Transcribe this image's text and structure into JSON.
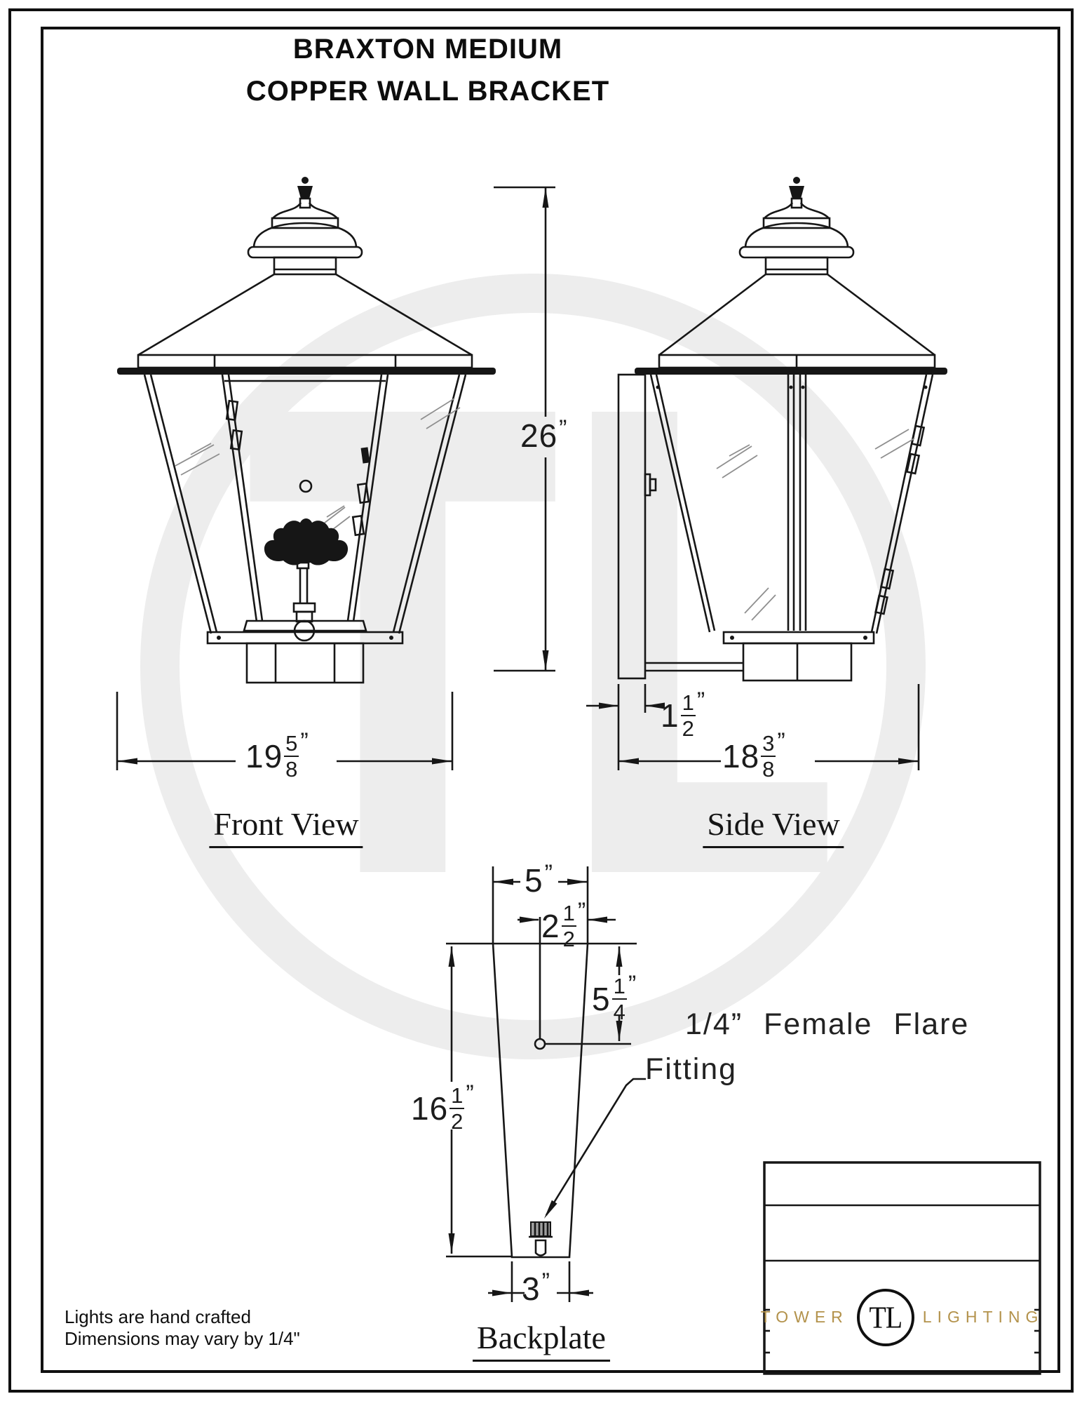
{
  "title": {
    "line1": "BRAXTON MEDIUM",
    "line2": "COPPER WALL BRACKET"
  },
  "watermark": {
    "letters": "TL"
  },
  "views": {
    "front": {
      "label": "Front View"
    },
    "side": {
      "label": "Side View"
    },
    "backplate": {
      "label": "Backplate"
    }
  },
  "dims": {
    "front_height": {
      "whole": "26",
      "unit": "”"
    },
    "front_width": {
      "whole": "19",
      "num": "5",
      "den": "8",
      "unit": "”"
    },
    "side_bracket": {
      "whole": "1",
      "num": "1",
      "den": "2",
      "unit": "”"
    },
    "side_depth": {
      "whole": "18",
      "num": "3",
      "den": "8",
      "unit": "”"
    },
    "plate_width": {
      "whole": "5",
      "unit": "”"
    },
    "hole_offset": {
      "whole": "2",
      "num": "1",
      "den": "2",
      "unit": "”"
    },
    "hole_drop": {
      "whole": "5",
      "num": "1",
      "den": "4",
      "unit": "”"
    },
    "plate_height": {
      "whole": "16",
      "num": "1",
      "den": "2",
      "unit": "”"
    },
    "plate_bottom": {
      "whole": "3",
      "unit": "”"
    }
  },
  "annotation": {
    "line1": "1/4” Female Flare",
    "line2": "Fitting"
  },
  "footer": {
    "note1": "Lights are hand crafted",
    "note2": "Dimensions may vary by 1/4\""
  },
  "logo": {
    "left": "TOWER",
    "monogram": "TL",
    "right": "LIGHTING"
  },
  "colors": {
    "line": "#161616",
    "gold": "#b3924b",
    "watermark": "#ededed"
  }
}
